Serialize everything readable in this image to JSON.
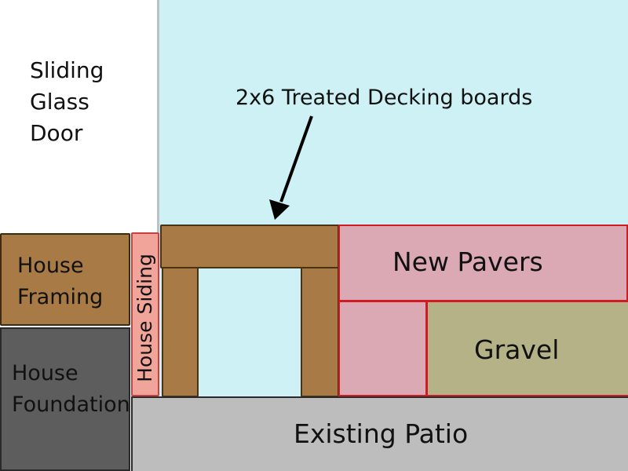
{
  "colors": {
    "sky": "#cdf1f4",
    "door": "#ffffff",
    "framing": "#a87a45",
    "foundation": "#5d5d5d",
    "siding": "#f0a49a",
    "decking": "#a87a45",
    "pavers": "#dba9b4",
    "gravel": "#b6b287",
    "patio": "#bdbdbd",
    "arrow": "#000000"
  },
  "labels": {
    "door": [
      "Sliding",
      "Glass",
      "Door"
    ],
    "framing": [
      "House",
      "Framing"
    ],
    "foundation": [
      "House",
      "Foundation"
    ],
    "siding": "House Siding",
    "decking": "2x6 Treated Decking boards",
    "pavers": "New Pavers",
    "gravel": "Gravel",
    "patio": "Existing Patio"
  }
}
